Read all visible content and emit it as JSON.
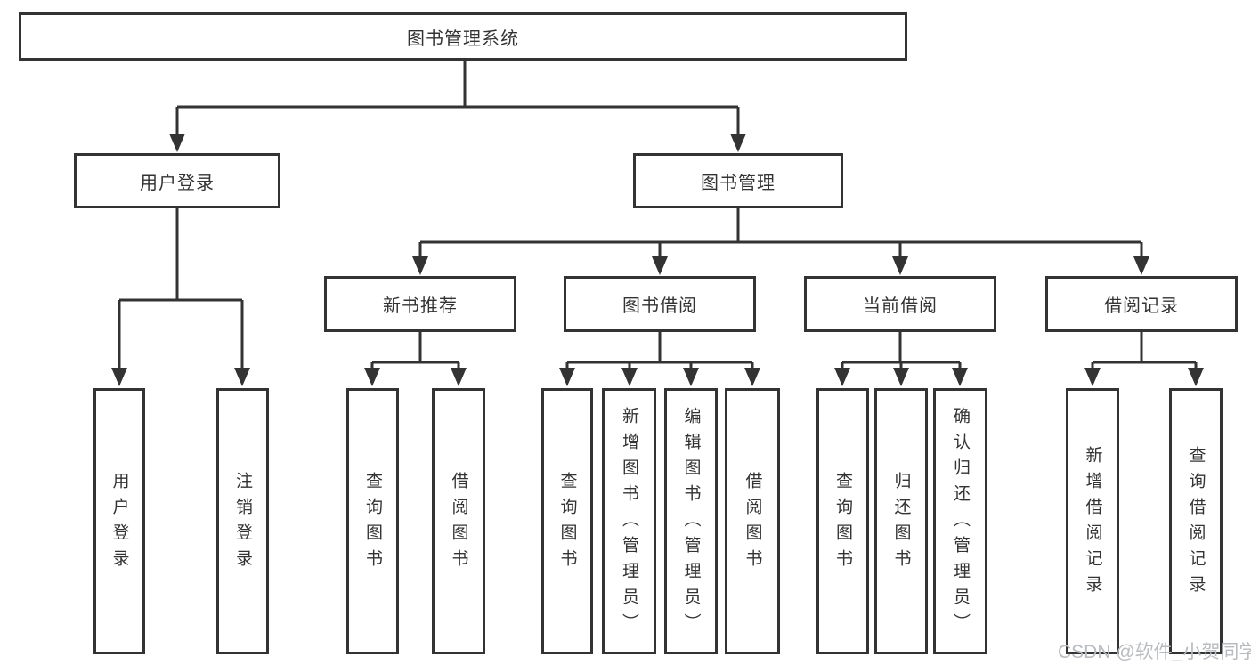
{
  "diagram": {
    "root": {
      "label": "图书管理系统"
    },
    "level2": [
      {
        "label": "用户登录"
      },
      {
        "label": "图书管理"
      }
    ],
    "level3": [
      {
        "label": "新书推荐",
        "parent": "图书管理"
      },
      {
        "label": "图书借阅",
        "parent": "图书管理"
      },
      {
        "label": "当前借阅",
        "parent": "图书管理"
      },
      {
        "label": "借阅记录",
        "parent": "图书管理"
      }
    ],
    "leaves": [
      {
        "label": "用户登录",
        "parent": "用户登录"
      },
      {
        "label": "注销登录",
        "parent": "用户登录"
      },
      {
        "label": "查询图书",
        "parent": "新书推荐"
      },
      {
        "label": "借阅图书",
        "parent": "新书推荐"
      },
      {
        "label": "查询图书",
        "parent": "图书借阅"
      },
      {
        "label": "新增图书（管理员）",
        "parent": "图书借阅"
      },
      {
        "label": "编辑图书（管理员）",
        "parent": "图书借阅"
      },
      {
        "label": "借阅图书",
        "parent": "图书借阅"
      },
      {
        "label": "查询图书",
        "parent": "当前借阅"
      },
      {
        "label": "归还图书",
        "parent": "当前借阅"
      },
      {
        "label": "确认归还（管理员）",
        "parent": "当前借阅"
      },
      {
        "label": "新增借阅记录",
        "parent": "借阅记录"
      },
      {
        "label": "查询借阅记录",
        "parent": "借阅记录"
      }
    ],
    "watermark": "CSDN @软件_小贺同学",
    "colors": {
      "line": "#333333",
      "text": "#333333",
      "watermark": "#b8bcc0",
      "background": "#ffffff"
    }
  }
}
